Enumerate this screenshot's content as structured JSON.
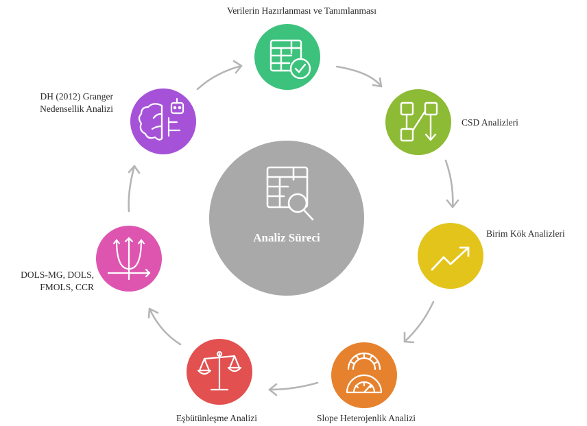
{
  "center": {
    "label": "Analiz Süreci",
    "color": "#a9a9a9",
    "icon": "table-search-icon"
  },
  "steps": [
    {
      "label": "Verilerin Hazırlanması ve Tanımlanması",
      "color": "#3cc27c",
      "icon": "table-check-icon"
    },
    {
      "label": "CSD Analizleri",
      "color": "#8dbb35",
      "icon": "flowchart-icon"
    },
    {
      "label": "Birim Kök Analizleri",
      "color": "#e3c41a",
      "icon": "trend-up-icon"
    },
    {
      "label": "Slope Heterojenlik Analizi",
      "color": "#e6822e",
      "icon": "gauge-icon"
    },
    {
      "label": "Eşbütünleşme Analizi",
      "color": "#e25050",
      "icon": "balance-scale-icon"
    },
    {
      "label_lines": [
        "DOLS-MG, DOLS,",
        "FMOLS, CCR"
      ],
      "color": "#de55b0",
      "icon": "function-graph-icon"
    },
    {
      "label_lines": [
        "DH (2012) Granger",
        "Nedensellik Analizi"
      ],
      "color": "#a652d8",
      "icon": "robot-brain-icon"
    }
  ],
  "arrow_color": "#b5b5b5"
}
